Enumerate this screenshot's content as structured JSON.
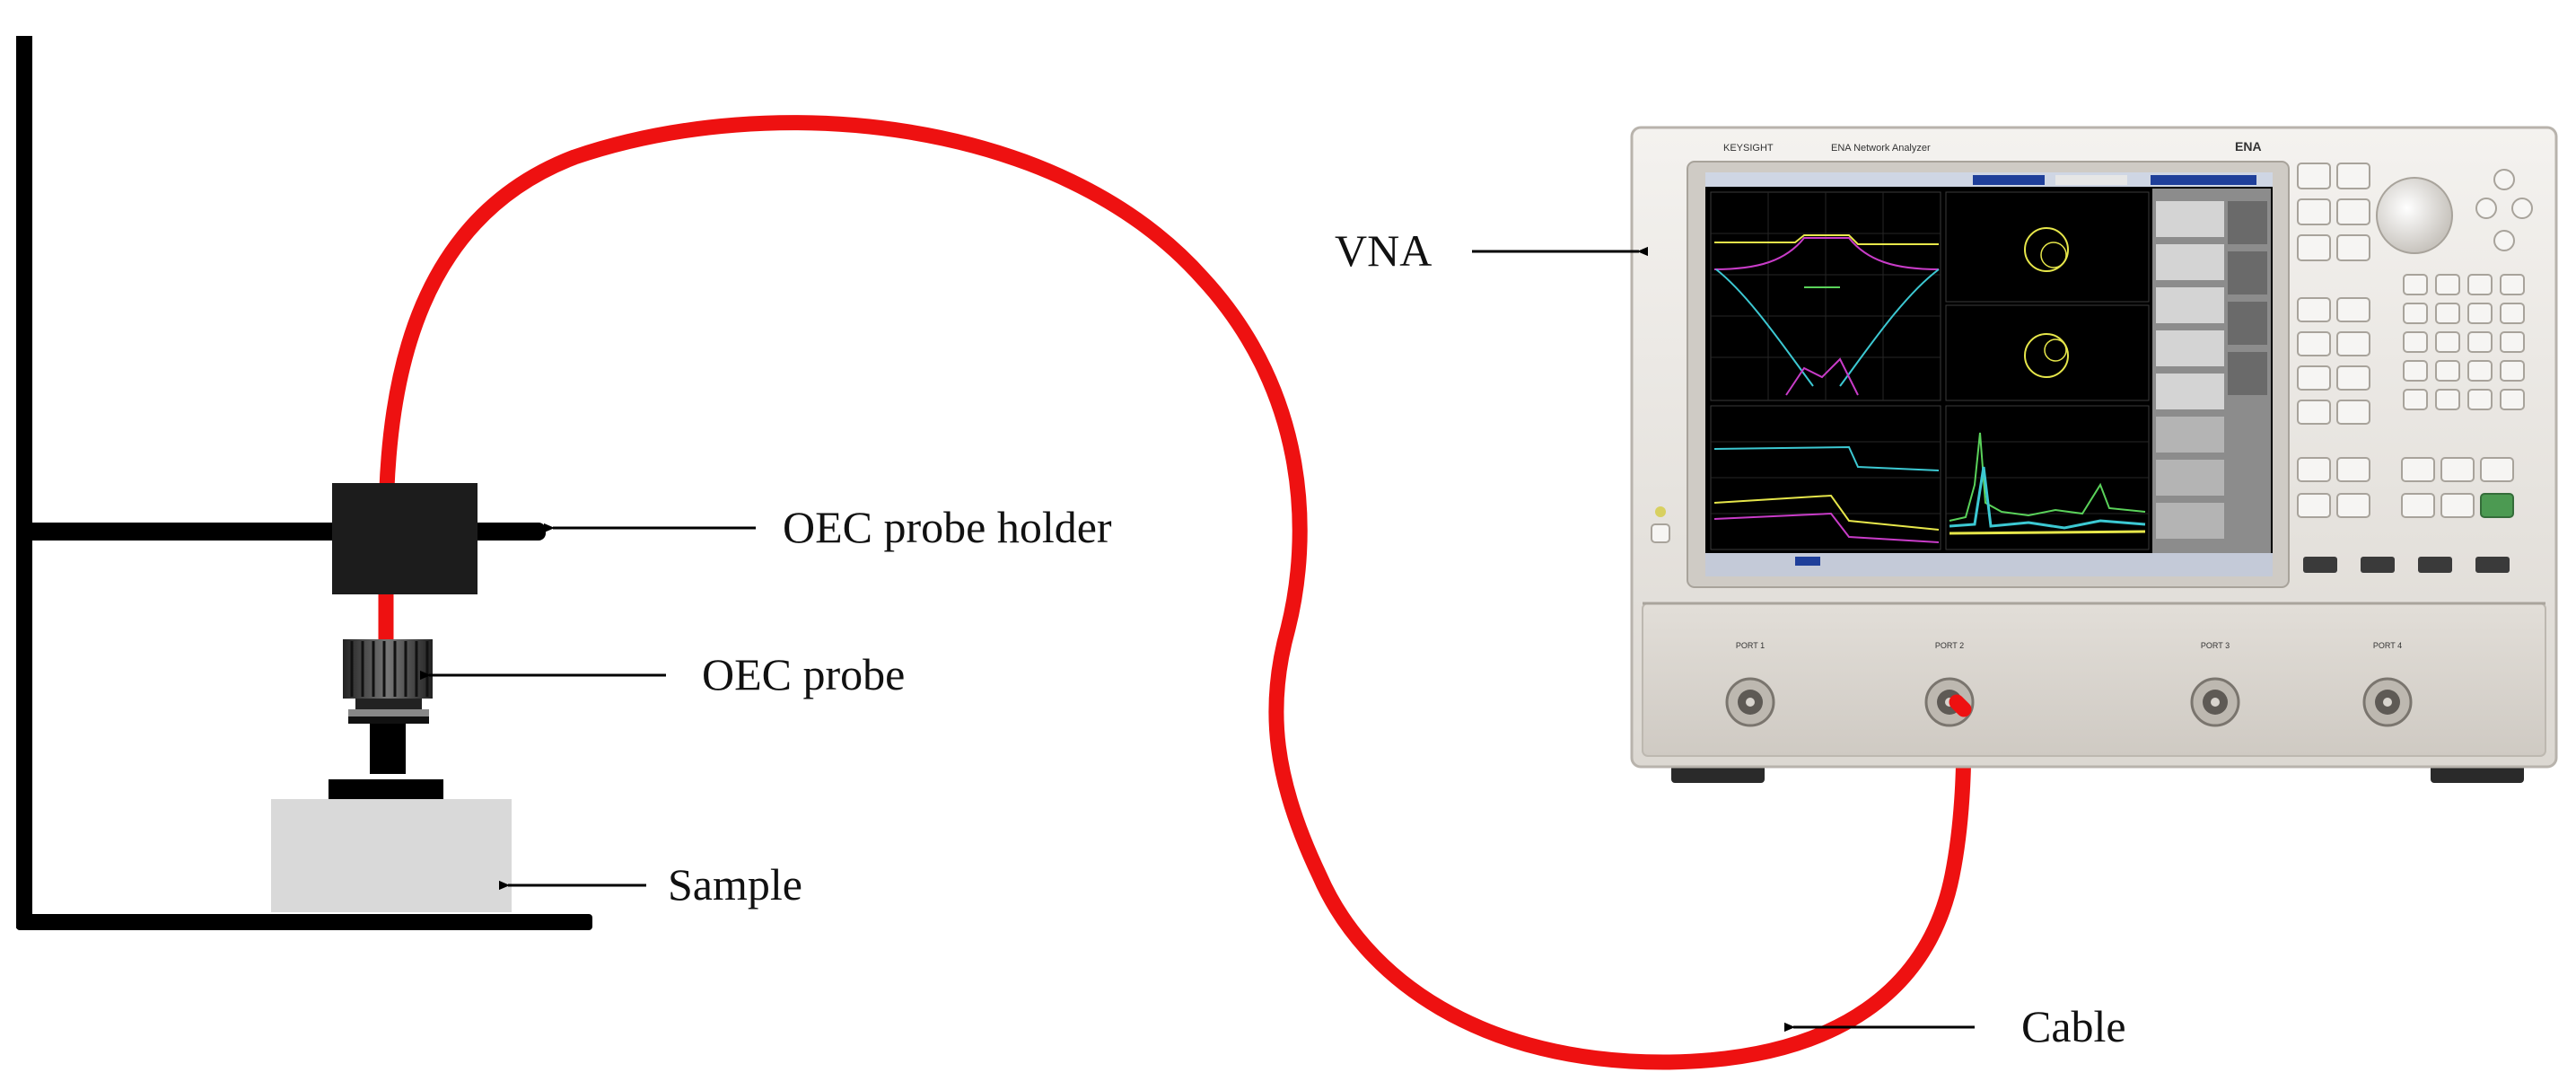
{
  "labels": {
    "vna": "VNA",
    "probe_holder": "OEC probe holder",
    "probe": "OEC probe",
    "sample": "Sample",
    "cable": "Cable"
  },
  "instrument": {
    "brand": "KEYSIGHT",
    "title": "ENA Network Analyzer",
    "model": "ENA",
    "ports": [
      "PORT 1",
      "PORT 2",
      "PORT 3",
      "PORT 4"
    ]
  },
  "colors": {
    "cable": "#ee1111",
    "stand": "#000000",
    "holder": "#1c1c1c",
    "sample": "#d9d9d9",
    "vna_body": "#e9e6e2",
    "vna_screen": "#000000",
    "trace_yellow": "#e6e64a",
    "trace_cyan": "#3cc8d2",
    "trace_magenta": "#c83cc8",
    "trace_green": "#5ad25a"
  }
}
